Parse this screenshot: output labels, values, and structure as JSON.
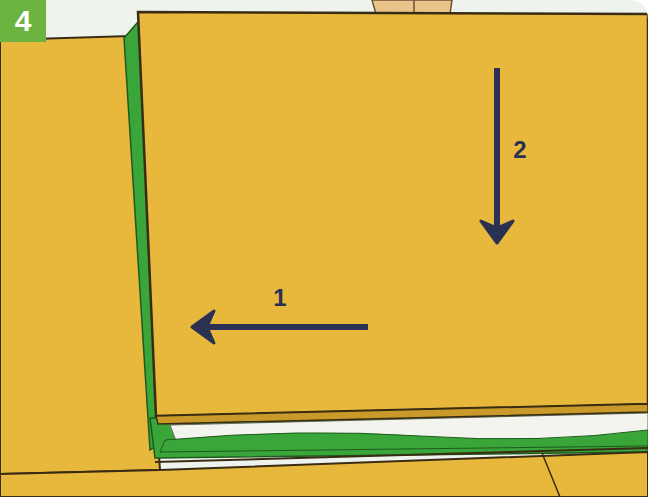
{
  "diagram": {
    "labels": [
      "4",
      "1",
      "2"
    ]
  }
}
